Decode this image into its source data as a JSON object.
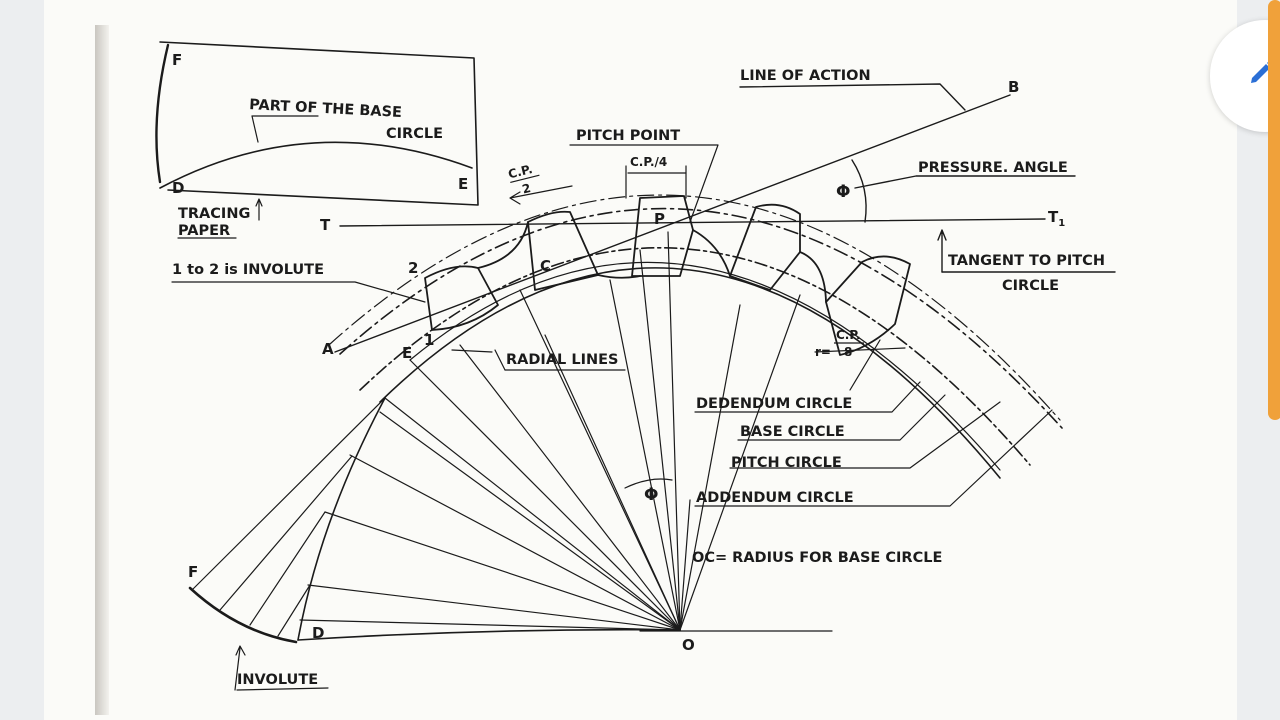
{
  "figure": {
    "labels": {
      "F": "F",
      "B": "B",
      "E": "E",
      "T": "T",
      "T1": "T",
      "T1_sub": "1",
      "P": "P",
      "C": "C",
      "two": "2",
      "one": "1",
      "A": "A",
      "O": "O",
      "D": "D",
      "phi": "Φ"
    },
    "callouts": {
      "line_of_action": "LINE OF ACTION",
      "pitch_point": "PITCH POINT",
      "pressure_angle": "PRESSURE. ANGLE",
      "tangent_line1": "TANGENT TO PITCH",
      "tangent_line2": "CIRCLE",
      "part_base_line1": "PART OF THE BASE",
      "part_base_line2": "CIRCLE",
      "tracing_line1": "TRACING",
      "tracing_line2": "PAPER",
      "involute_1_2": "1 to 2 is INVOLUTE",
      "radial_lines": "RADIAL LINES",
      "dedendum": "DEDENDUM CIRCLE",
      "base": "BASE CIRCLE",
      "pitch": "PITCH CIRCLE",
      "addendum": "ADDENDUM CIRCLE",
      "oc_radius": "OC= RADIUS FOR BASE CIRCLE",
      "involute": "INVOLUTE"
    },
    "fractions": {
      "cp_half_num": "C.P.",
      "cp_half_den": "2",
      "cp_quarter": "C.P./4",
      "r_eq": "r=",
      "cp_eighth_num": "C.P.",
      "cp_eighth_den": "8"
    },
    "colors": {
      "ink": "#1b1b1b",
      "paper": "#fbfbf8",
      "accent": "#f0a13a",
      "fab_icon": "#2b6fd6"
    }
  },
  "ui": {
    "edit_icon": "pencil-icon"
  }
}
